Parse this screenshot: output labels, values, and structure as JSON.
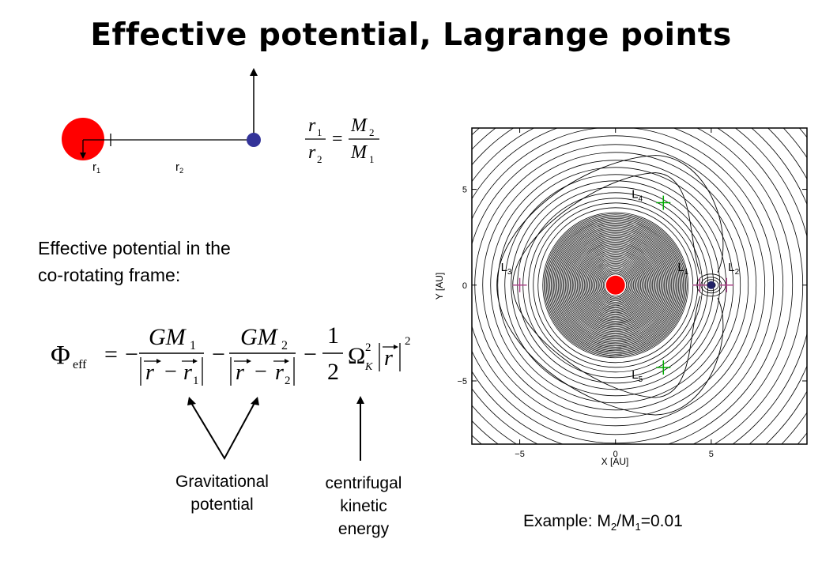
{
  "title": "Effective potential, Lagrange points",
  "schematic": {
    "r1_main": "r",
    "r1_sub": "1",
    "r2_main": "r",
    "r2_sub": "2",
    "colors": {
      "primary": "#ff0000",
      "secondary": "#333399"
    }
  },
  "ratio_formula": {
    "r1": "r",
    "s1": "1",
    "r2": "r",
    "s2": "2",
    "m2": "M",
    "ms2": "2",
    "m1": "M",
    "ms1": "1"
  },
  "intro": {
    "line1": "Effective potential in the",
    "line2": "co-rotating frame:"
  },
  "phi_formula": {
    "phi": "Φ",
    "eff": "eff",
    "eq": "=",
    "minus": "−",
    "gm": "GM",
    "sub1": "1",
    "sub2": "2",
    "r": "r",
    "one": "1",
    "two": "2",
    "omega": "Ω",
    "k": "K",
    "sq": "2"
  },
  "captions": {
    "gravitational": [
      "Gravitational",
      "potential"
    ],
    "centrifugal": [
      "centrifugal",
      "kinetic",
      "energy"
    ]
  },
  "example": {
    "prefix": "Example: M",
    "s2": "2",
    "mid": "/M",
    "s1": "1",
    "suffix": "=0.01"
  },
  "plot": {
    "xlabel": "X [AU]",
    "ylabel": "Y [AU]",
    "xticks": [
      "−5",
      "0",
      "5"
    ],
    "yticks": [
      "5",
      "0",
      "−5"
    ],
    "xtick_values": [
      -5,
      0,
      5
    ],
    "ytick_values": [
      5,
      0,
      -5
    ],
    "xlim": [
      -7.5,
      10
    ],
    "ylim": [
      -8.3,
      8.2
    ],
    "lagrange": [
      {
        "name": "L1",
        "base": "L",
        "sub": "1",
        "x": 4.4,
        "y": 0,
        "color": "#aa4488"
      },
      {
        "name": "L2",
        "base": "L",
        "sub": "2",
        "x": 5.8,
        "y": 0,
        "color": "#aa4488"
      },
      {
        "name": "L3",
        "base": "L",
        "sub": "3",
        "x": -5.0,
        "y": 0,
        "color": "#aa4488"
      },
      {
        "name": "L4",
        "base": "L",
        "sub": "4",
        "x": 2.5,
        "y": 4.3,
        "color": "#00aa00"
      },
      {
        "name": "L5",
        "base": "L",
        "sub": "5",
        "x": 2.5,
        "y": -4.3,
        "color": "#00aa00"
      }
    ],
    "primary": {
      "x": 0,
      "y": 0,
      "color": "#ff0000"
    },
    "secondary": {
      "x": 5.0,
      "y": 0,
      "color": "#222266"
    }
  }
}
